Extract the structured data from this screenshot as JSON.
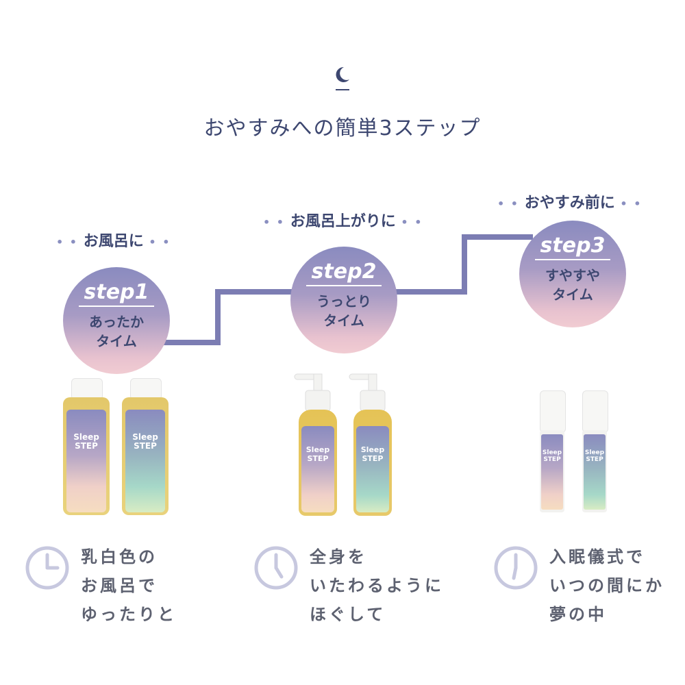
{
  "title": "おやすみへの簡単3ステップ",
  "steps": [
    {
      "label": "お風呂に",
      "step": "step1",
      "name_line1": "あったか",
      "name_line2": "タイム",
      "product_brand": "Sleep STEP",
      "desc": [
        "乳白色の",
        "お風呂で",
        "ゆったりと"
      ]
    },
    {
      "label": "お風呂上がりに",
      "step": "step2",
      "name_line1": "うっとり",
      "name_line2": "タイム",
      "product_brand": "Sleep STEP",
      "desc": [
        "全身を",
        "いたわるように",
        "ほぐして"
      ]
    },
    {
      "label": "おやすみ前に",
      "step": "step3",
      "name_line1": "すやすや",
      "name_line2": "タイム",
      "product_brand": "Sleep STEP",
      "desc": [
        "入眠儀式で",
        "いつの間にか",
        "夢の中"
      ]
    }
  ],
  "icons": {
    "top": "crescent-moon-icon",
    "step_icons": [
      "clock-icon",
      "clock-icon",
      "clock-icon"
    ]
  },
  "colors": {
    "text": "#3d4770",
    "stairs": "#7c7db3",
    "line_start": "#cfe6df",
    "circle_top": "#8a8bbf",
    "circle_bottom": "#f1ccd2",
    "clock": "#c7c8df"
  }
}
